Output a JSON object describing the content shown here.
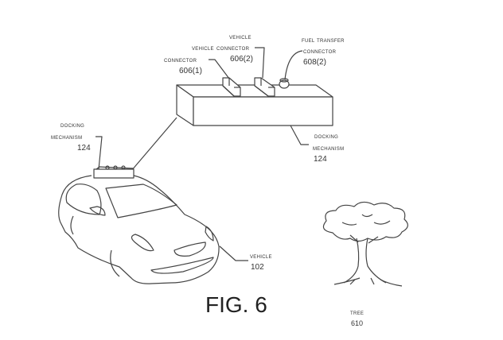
{
  "figure": {
    "title": "FIG. 6"
  },
  "labels": {
    "vehicle_connector_1": {
      "line1": "Vehicle",
      "line2": "connector",
      "ref": "606(1)"
    },
    "vehicle_connector_2": {
      "line1": "Vehicle",
      "line2": "connector",
      "ref": "606(2)"
    },
    "fuel_transfer_connector": {
      "line1": "Fuel transfer",
      "line2": "connector",
      "ref": "608(2)"
    },
    "docking_mechanism_right": {
      "line1": "Docking",
      "line2": "mechanism",
      "ref": "124"
    },
    "docking_mechanism_left": {
      "line1": "Docking",
      "line2": "mechanism",
      "ref": "124"
    },
    "vehicle": {
      "line1": "Vehicle",
      "ref": "102"
    },
    "tree": {
      "line1": "Tree",
      "ref": "610"
    }
  }
}
